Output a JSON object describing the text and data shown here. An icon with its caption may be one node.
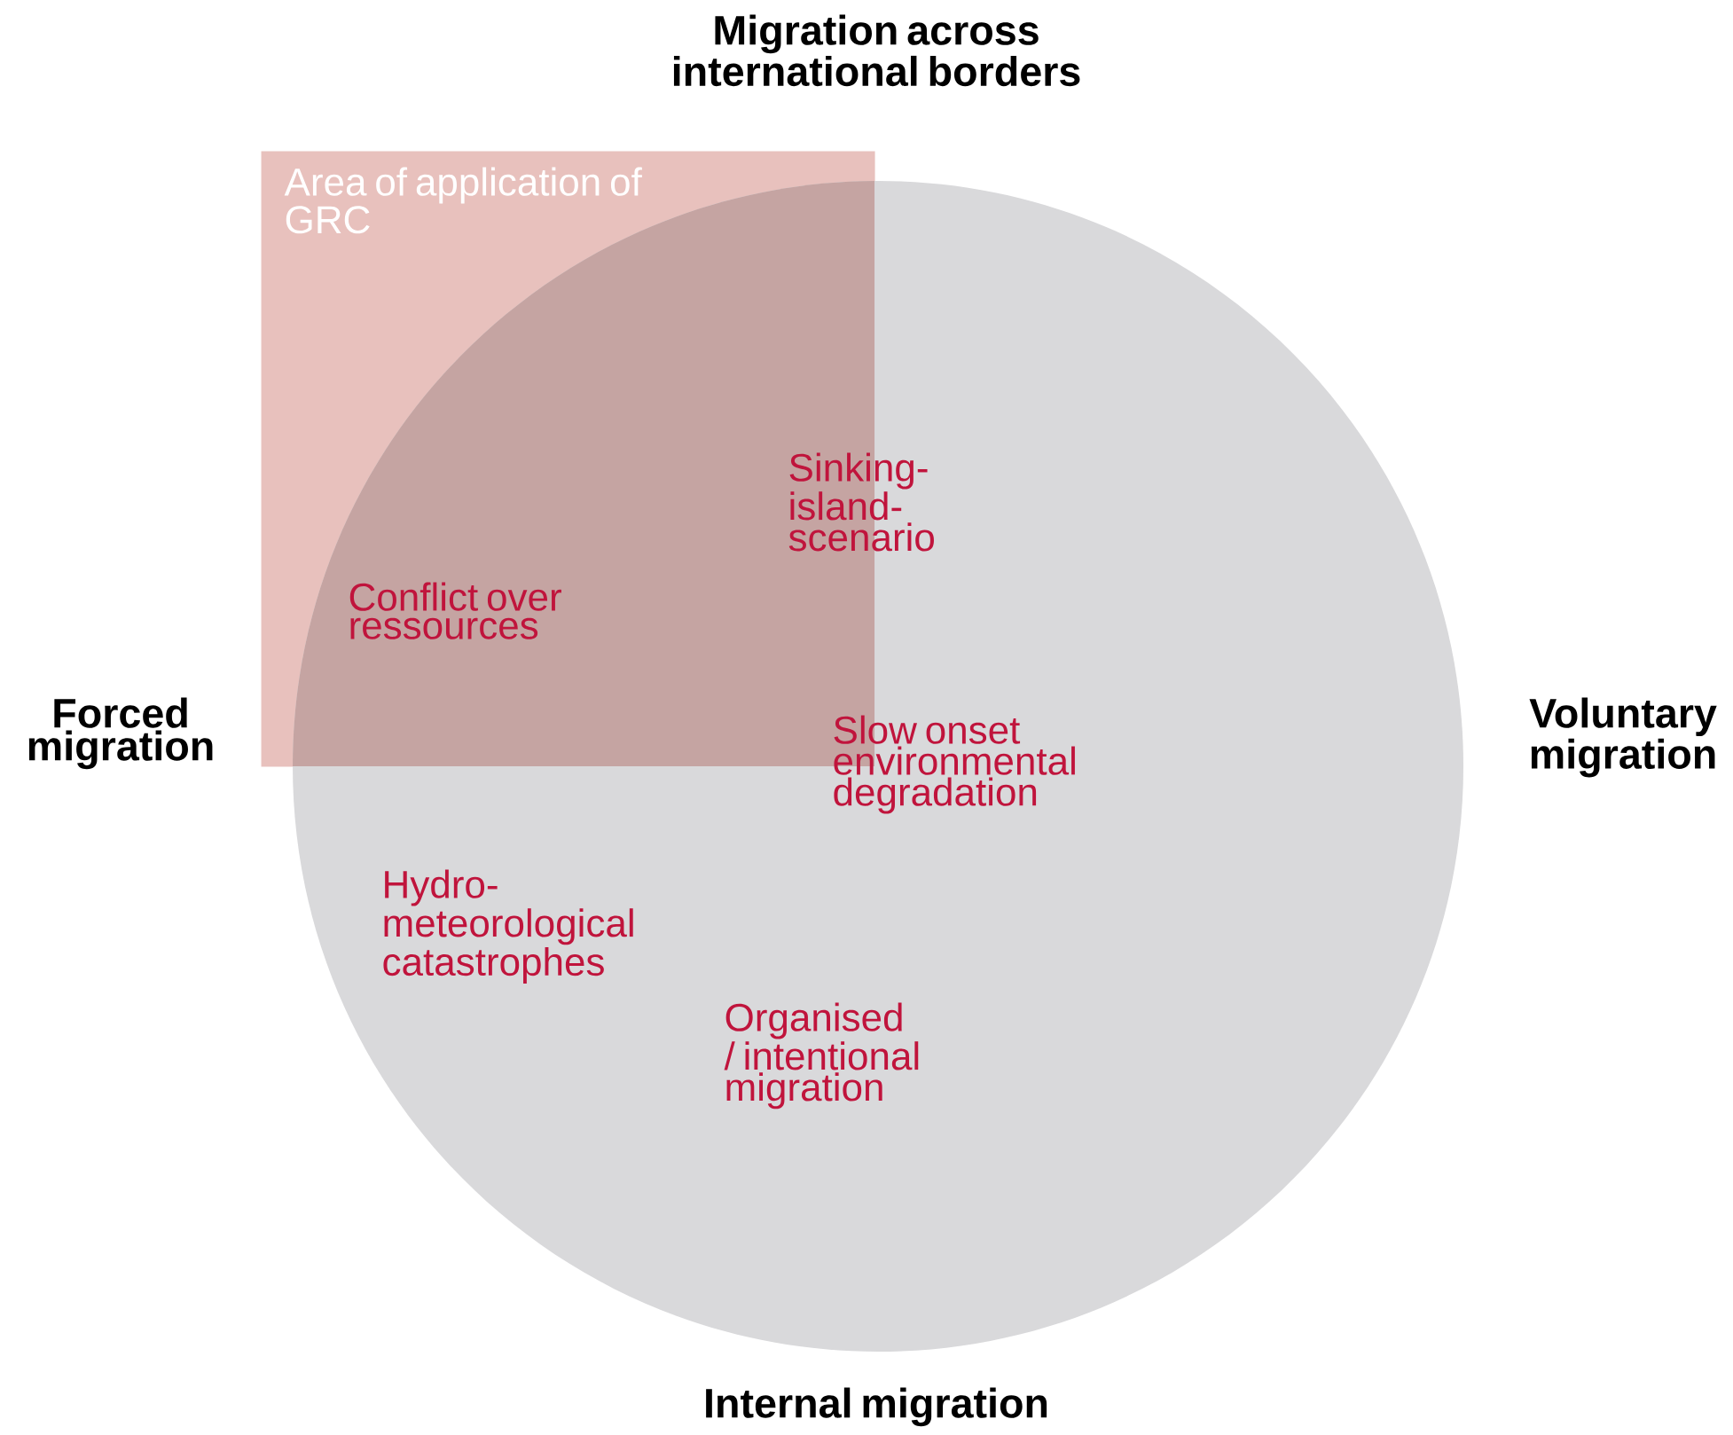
{
  "diagram": {
    "nodes": [
      {
        "text": [
          "Area of application of GRC"
        ]
      },
      {
        "text": [],
        "shape": "circle"
      }
    ],
    "labels": [
      "Migration across international borders",
      "Sinking-island-scenario",
      "Conflict over ressources",
      "Forced migration",
      "Voluntary migration",
      "Slow onset environmental degradation",
      "Hydro-meteorological catastrophes",
      "Organised / intentional migration",
      "Internal migration"
    ]
  }
}
